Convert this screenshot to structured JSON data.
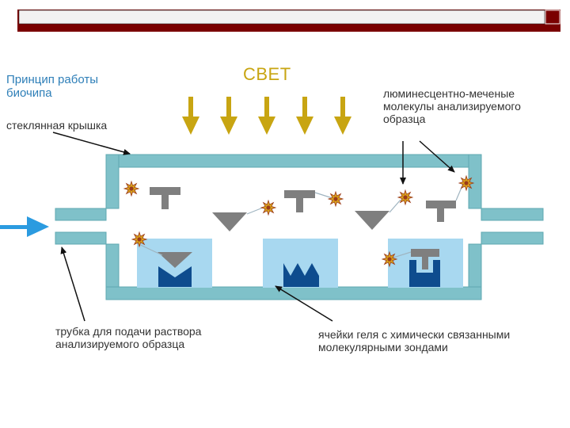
{
  "colors": {
    "header_frame": "#7a0000",
    "header_fill": "#f2f2f2",
    "glass": "#7fc1c9",
    "glass_dark": "#5fa8b1",
    "arrow_light": "#c8a512",
    "arrow_inlet": "#2b9be0",
    "gel_cell": "#a8d8f0",
    "probe": "#0e4c8e",
    "molecule": "#7f7f7f",
    "star": "#d9a21a",
    "star_dark": "#9b3b1a",
    "title": "#2e7fb8"
  },
  "title": {
    "line1": "Принцип работы",
    "line2": "биочипа"
  },
  "light_label": "СВЕТ",
  "labels": {
    "glass_cover": "стеклянная крышка",
    "luminescent_line1": "люминесцентно-меченые",
    "luminescent_line2": "молекулы анализируемого",
    "luminescent_line3": "образца",
    "tube_line1": "трубка для подачи раствора",
    "tube_line2": "анализируемого образца",
    "gel_line1": "ячейки геля с химически связанными",
    "gel_line2": "молекулярными зондами"
  }
}
